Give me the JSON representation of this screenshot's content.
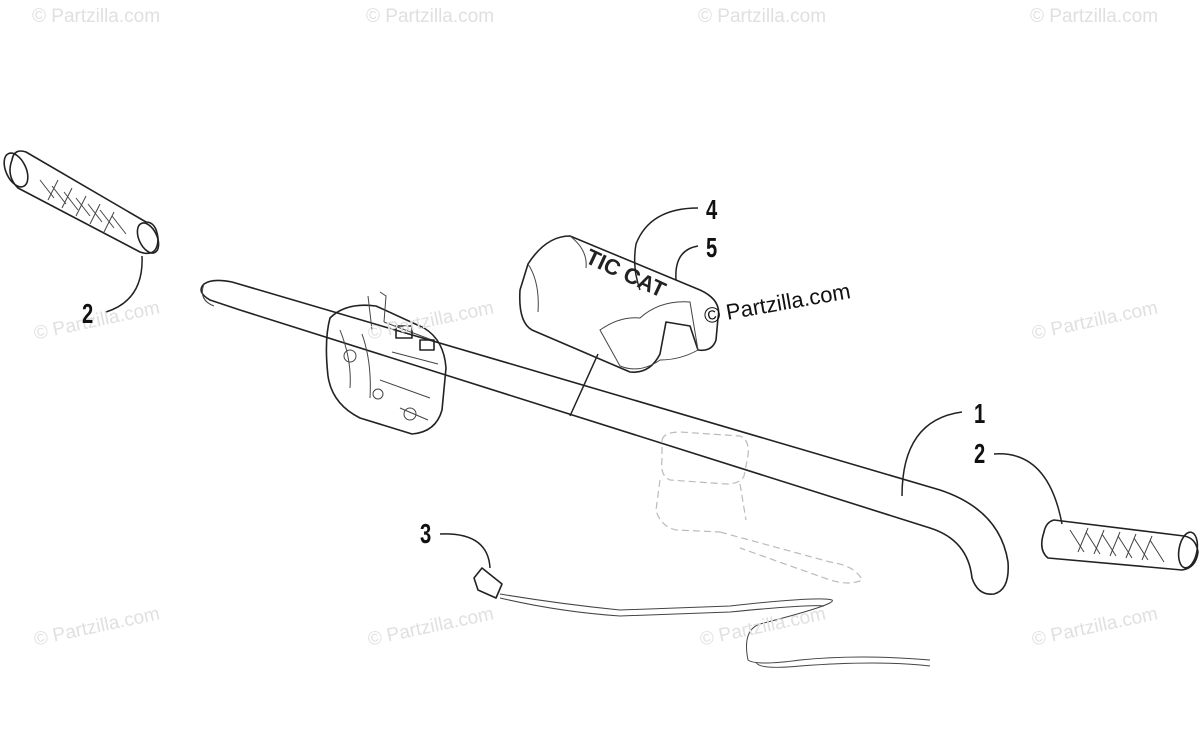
{
  "diagram": {
    "callouts": [
      {
        "id": "callout-1",
        "label": "1"
      },
      {
        "id": "callout-2-left",
        "label": "2"
      },
      {
        "id": "callout-2-right",
        "label": "2"
      },
      {
        "id": "callout-3",
        "label": "3"
      },
      {
        "id": "callout-4",
        "label": "4"
      },
      {
        "id": "callout-5",
        "label": "5"
      }
    ],
    "pad_text": "TIC CAT",
    "watermark_main": "© Partzilla.com",
    "watermark_faint": "© Partzilla.com"
  }
}
